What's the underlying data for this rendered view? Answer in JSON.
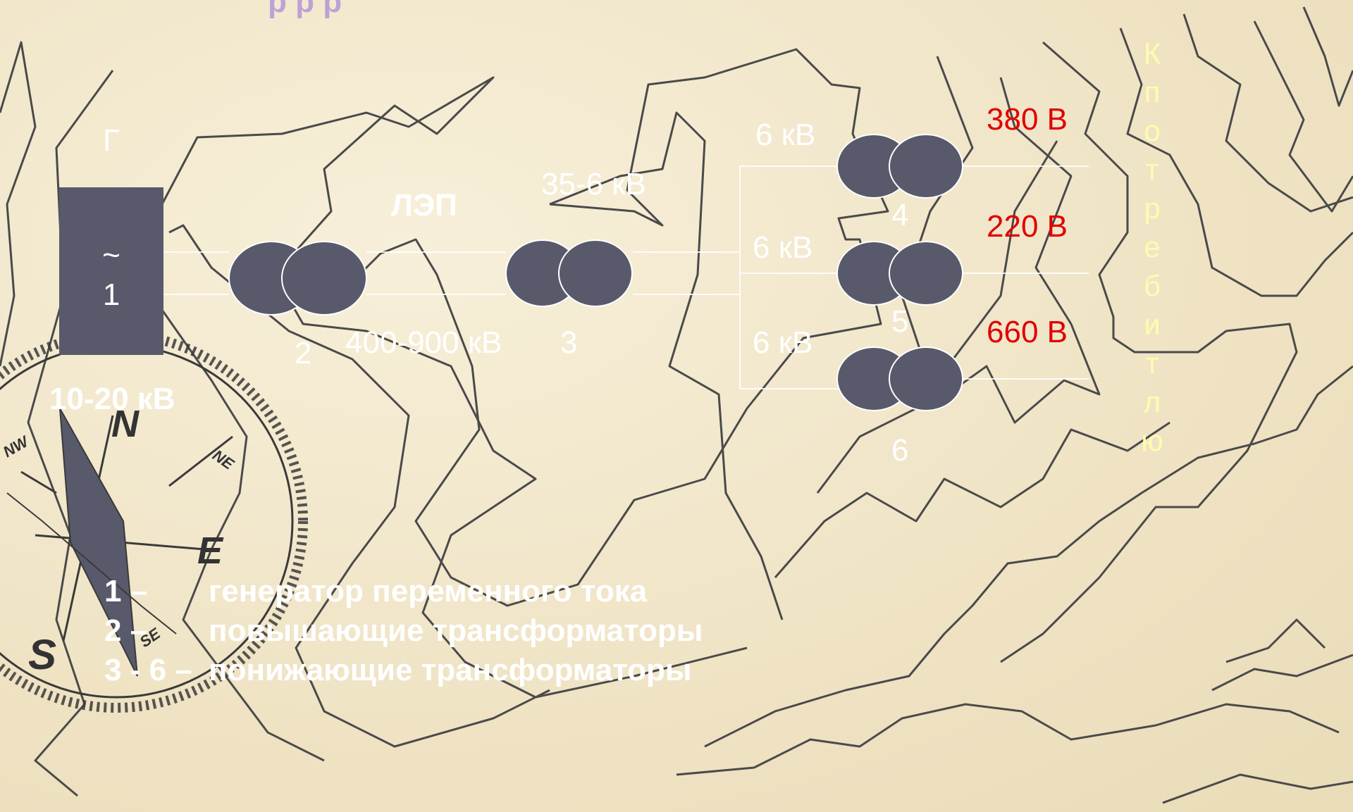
{
  "title_partial": "р          р          р",
  "generator": {
    "letter": "Г",
    "symbol": "~",
    "number": "1",
    "voltage": "10-20 кВ"
  },
  "line_label": "ЛЭП",
  "transmission_voltage": "400-900 кВ",
  "step_up_number": "2",
  "step_down_main": {
    "number": "3",
    "voltage": "35-6 кВ"
  },
  "branches": [
    {
      "voltage": "6 кВ",
      "number": "4",
      "output": "380 В"
    },
    {
      "voltage": "6 кВ",
      "number": "5",
      "output": "220 В"
    },
    {
      "voltage": "6 кВ",
      "number": "6",
      "output": "660 В"
    }
  ],
  "consumer_letters": [
    "К",
    "п",
    "о",
    "т",
    "р",
    "е",
    "б",
    "и",
    "т",
    "л",
    "ю"
  ],
  "legend": [
    {
      "key": "1 –",
      "text": "генератор переменного тока"
    },
    {
      "key": "2 –",
      "text": "повышающие трансформаторы"
    },
    {
      "key": "3 - 6 –",
      "text": "понижающие трансформаторы"
    }
  ],
  "compass": {
    "n": "N",
    "s": "S",
    "e": "E",
    "nw": "NW",
    "ne": "NE",
    "se": "SE"
  },
  "colors": {
    "background": "#f3e9cf",
    "contour": "#4a4a4a",
    "transformer": "#585a6b",
    "output_text": "#e00000",
    "consumer_text": "#fffbb0"
  }
}
